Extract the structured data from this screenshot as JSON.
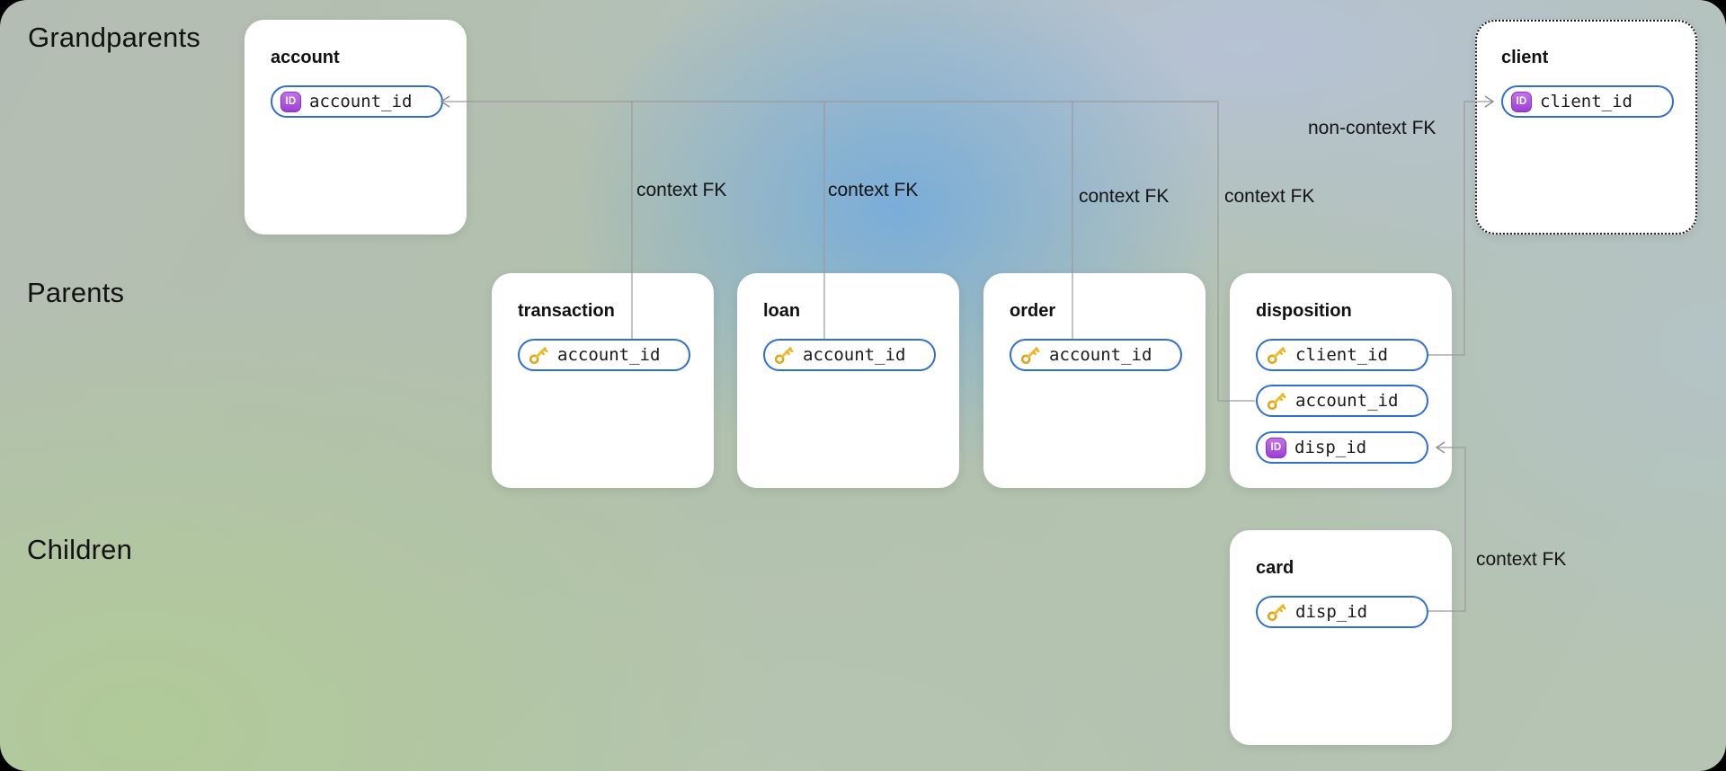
{
  "row_labels": [
    {
      "text": "Grandparents"
    },
    {
      "text": "Parents"
    },
    {
      "text": "Children"
    }
  ],
  "tables": [
    {
      "name": "account",
      "row": "Grandparents",
      "border": "solid",
      "fields": [
        {
          "name": "account_id",
          "icon": "id-badge"
        }
      ]
    },
    {
      "name": "client",
      "row": "Grandparents",
      "border": "dashed",
      "fields": [
        {
          "name": "client_id",
          "icon": "id-badge"
        }
      ]
    },
    {
      "name": "transaction",
      "row": "Parents",
      "border": "solid",
      "fields": [
        {
          "name": "account_id",
          "icon": "key"
        }
      ]
    },
    {
      "name": "loan",
      "row": "Parents",
      "border": "solid",
      "fields": [
        {
          "name": "account_id",
          "icon": "key"
        }
      ]
    },
    {
      "name": "order",
      "row": "Parents",
      "border": "solid",
      "fields": [
        {
          "name": "account_id",
          "icon": "key"
        }
      ]
    },
    {
      "name": "disposition",
      "row": "Parents",
      "border": "solid",
      "fields": [
        {
          "name": "client_id",
          "icon": "key"
        },
        {
          "name": "account_id",
          "icon": "key"
        },
        {
          "name": "disp_id",
          "icon": "id-badge"
        }
      ]
    },
    {
      "name": "card",
      "row": "Children",
      "border": "solid",
      "fields": [
        {
          "name": "disp_id",
          "icon": "key"
        }
      ]
    }
  ],
  "edge_labels": [
    {
      "text": "context FK"
    },
    {
      "text": "context FK"
    },
    {
      "text": "context FK"
    },
    {
      "text": "context FK"
    },
    {
      "text": "non-context FK"
    },
    {
      "text": "context FK"
    }
  ],
  "icons": {
    "id_badge_text": "ID",
    "key_icon": "key-icon"
  },
  "colors": {
    "pill_border_blue": "#2f6ed3",
    "id_badge_purple": "#9d3ed6",
    "key_gold": "#eebd2b",
    "edge_line_gray": "#9a9a9a",
    "card_background": "#ffffff",
    "text_dark": "#121212",
    "background_blue_glow": "#76acdb",
    "background_green": "#b1cb97",
    "background_gray_green": "#b4bdb3"
  }
}
